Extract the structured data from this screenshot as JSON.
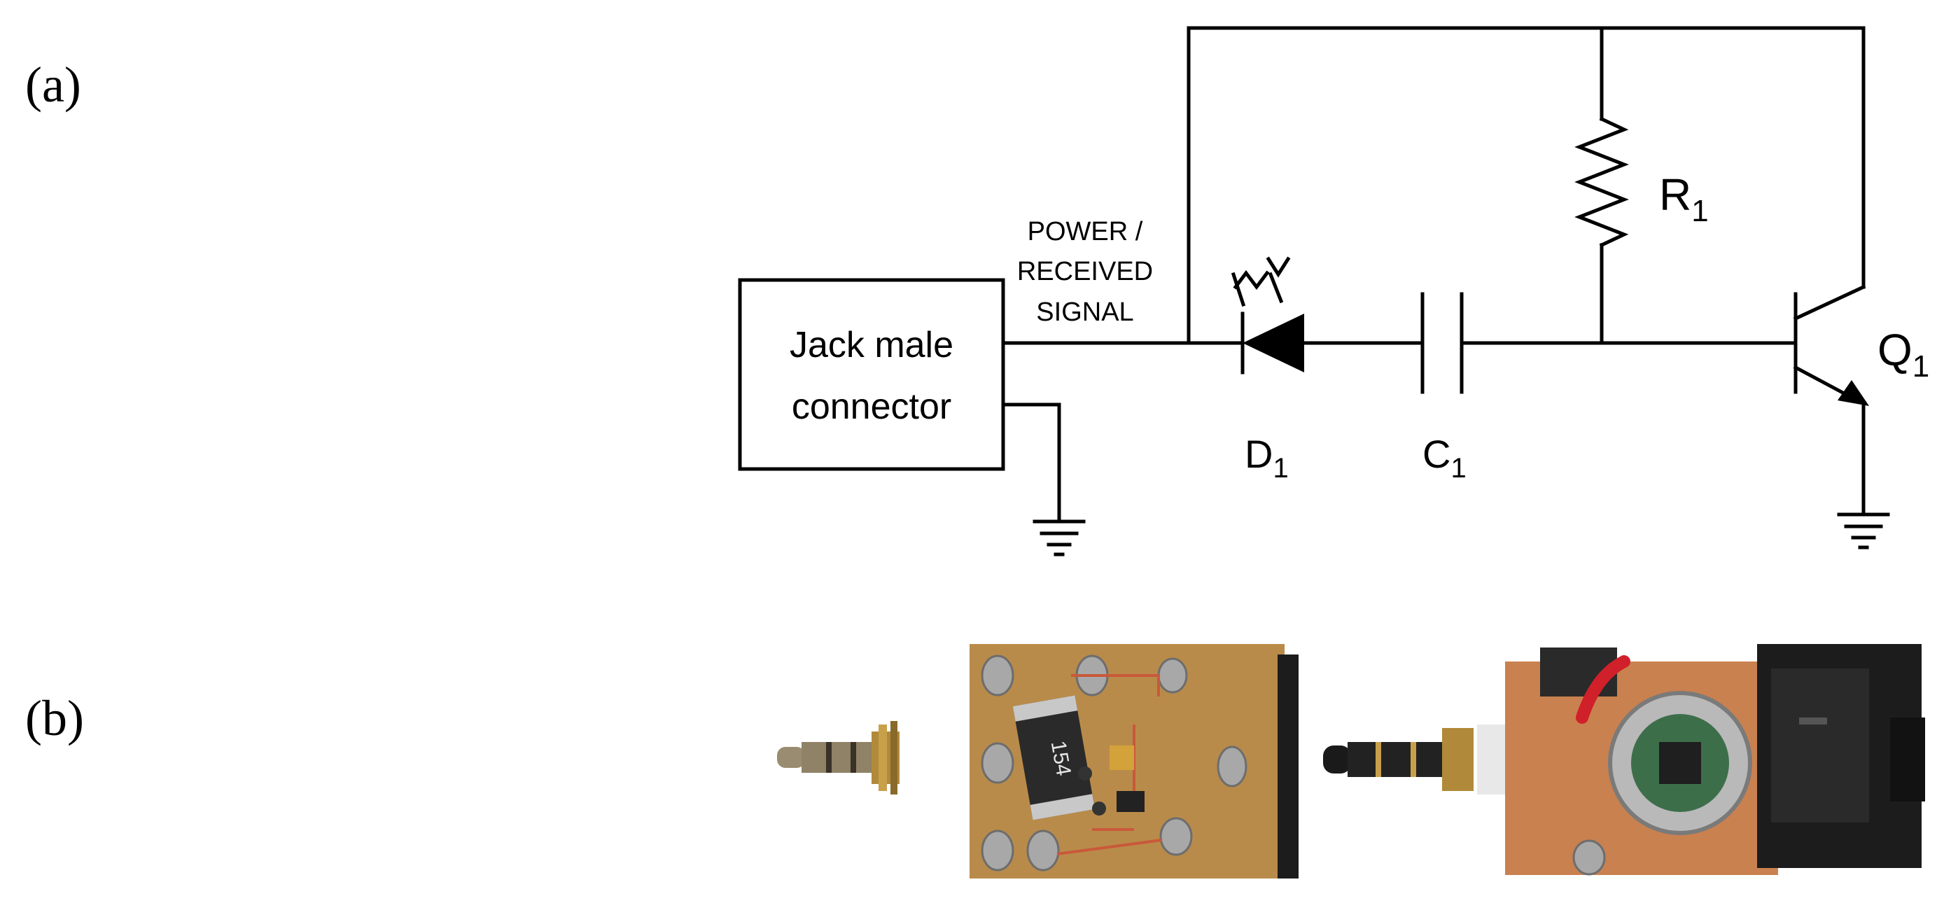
{
  "panels": {
    "a": "(a)",
    "b": "(b)"
  },
  "schematic": {
    "connector_line1": "Jack male",
    "connector_line2": "connector",
    "signal_line1": "POWER /",
    "signal_line2": "RECEIVED",
    "signal_line3": "SIGNAL",
    "d1": {
      "letter": "D",
      "sub": "1"
    },
    "c1": {
      "letter": "C",
      "sub": "1"
    },
    "r1": {
      "letter": "R",
      "sub": "1"
    },
    "q1": {
      "letter": "Q",
      "sub": "1"
    }
  },
  "photos": {
    "left_board_marking": "154"
  },
  "colors": {
    "pcb": "#b98b4a",
    "copper": "#c9814f",
    "jack_body": "#1c1c1c",
    "brass": "#b08a3a",
    "red_wire": "#d0202a"
  }
}
